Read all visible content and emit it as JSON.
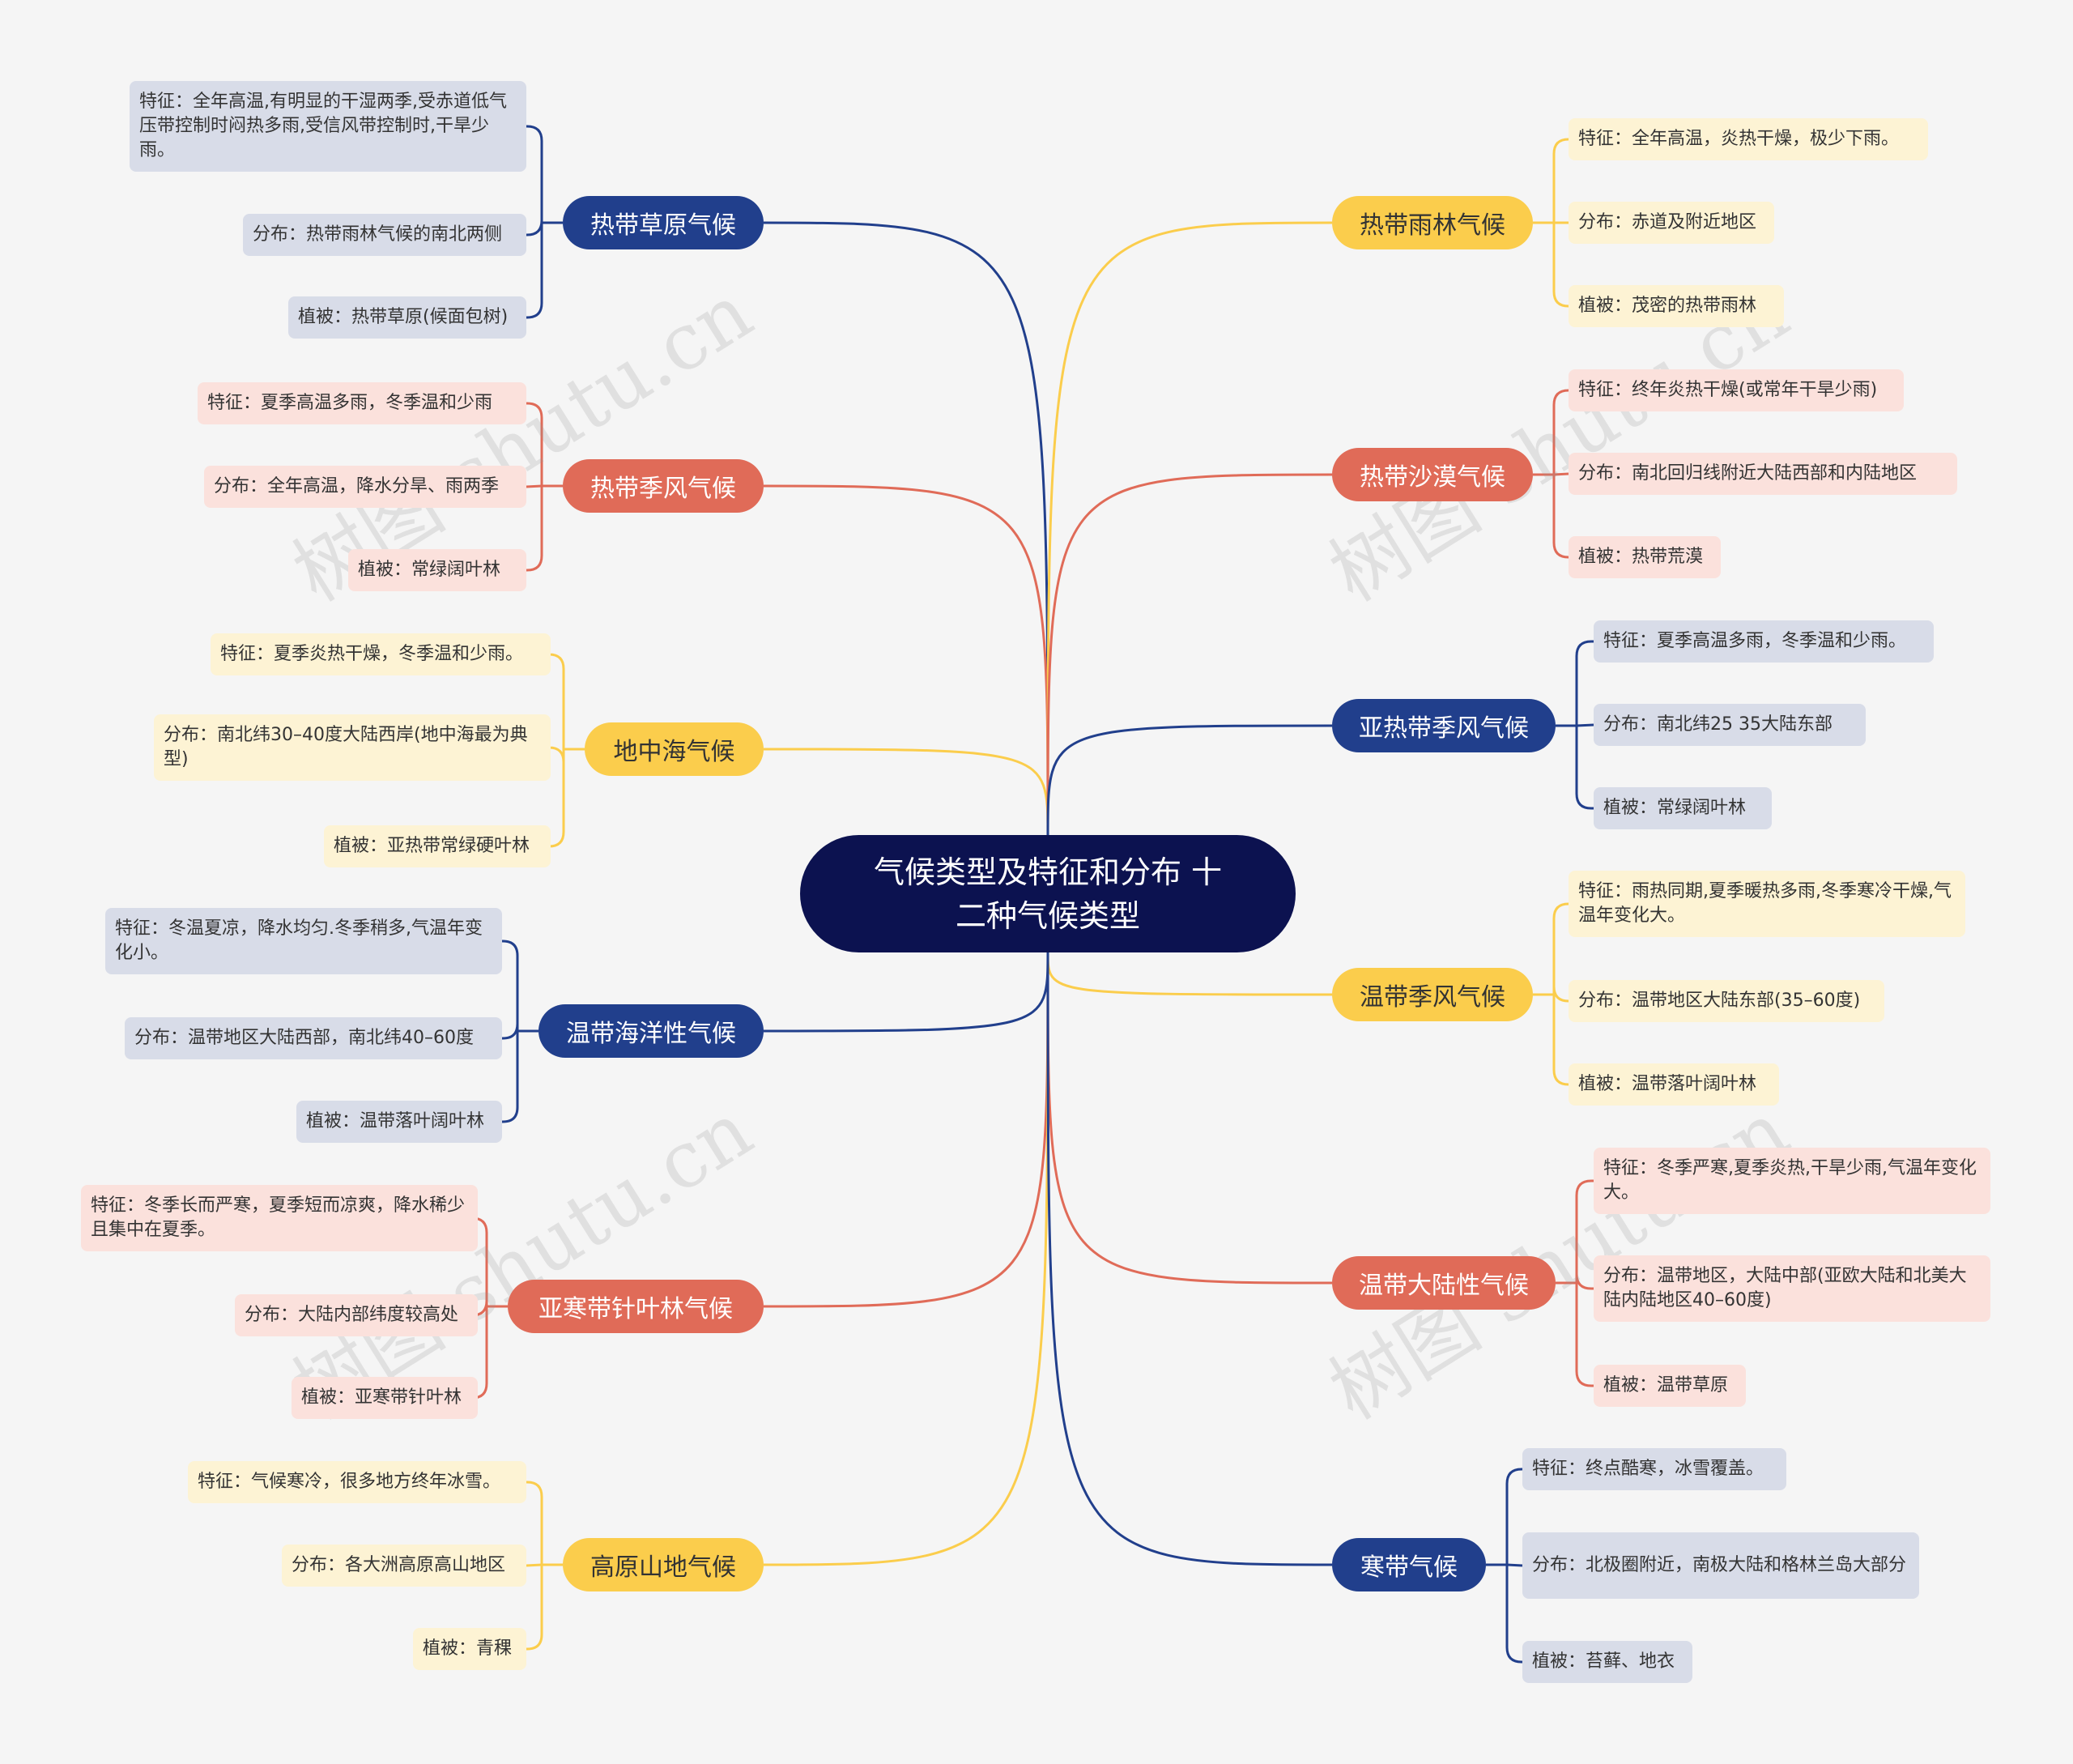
{
  "central_title": "气候类型及特征和分布 十\n二种气候类型",
  "watermark_text": "树图 shutu.cn",
  "colors": {
    "navy": "#213f8c",
    "coral": "#e06b58",
    "yellow": "#fbcd4c",
    "center": "#0c1250"
  },
  "branches": [
    {
      "label": "热带草原气候",
      "color": "navy",
      "items": [
        "特征：全年高温,有明显的干湿两季,受赤道低气压带控制时闷热多雨,受信风带控制时,干旱少雨。",
        "分布：热带雨林气候的南北两侧",
        "植被：热带草原(候面包树)"
      ]
    },
    {
      "label": "热带季风气候",
      "color": "coral",
      "items": [
        "特征：夏季高温多雨，冬季温和少雨",
        "分布：全年高温，降水分旱、雨两季",
        "植被：常绿阔叶林"
      ]
    },
    {
      "label": "地中海气候",
      "color": "yellow",
      "items": [
        "特征：夏季炎热干燥，冬季温和少雨。",
        "分布：南北纬30–40度大陆西岸(地中海最为典型)",
        "植被：亚热带常绿硬叶林"
      ]
    },
    {
      "label": "温带海洋性气候",
      "color": "navy",
      "items": [
        "特征：冬温夏凉，降水均匀.冬季稍多,气温年变化小。",
        "分布：温带地区大陆西部，南北纬40–60度",
        "植被：温带落叶阔叶林"
      ]
    },
    {
      "label": "亚寒带针叶林气候",
      "color": "coral",
      "items": [
        "特征：冬季长而严寒，夏季短而凉爽，降水稀少且集中在夏季。",
        "分布：大陆内部纬度较高处",
        "植被：亚寒带针叶林"
      ]
    },
    {
      "label": "高原山地气候",
      "color": "yellow",
      "items": [
        "特征：气候寒冷，很多地方终年冰雪。",
        "分布：各大洲高原高山地区",
        "植被：青稞"
      ]
    },
    {
      "label": "热带雨林气候",
      "color": "yellow",
      "items": [
        "特征：全年高温，炎热干燥，极少下雨。",
        "分布：赤道及附近地区",
        "植被：茂密的热带雨林"
      ]
    },
    {
      "label": "热带沙漠气候",
      "color": "coral",
      "items": [
        "特征：终年炎热干燥(或常年干旱少雨)",
        "分布：南北回归线附近大陆西部和内陆地区",
        "植被：热带荒漠"
      ]
    },
    {
      "label": "亚热带季风气候",
      "color": "navy",
      "items": [
        "特征：夏季高温多雨，冬季温和少雨。",
        "分布：南北纬25  35大陆东部",
        "植被：常绿阔叶林"
      ]
    },
    {
      "label": "温带季风气候",
      "color": "yellow",
      "items": [
        "特征：雨热同期,夏季暖热多雨,冬季寒冷干燥,气温年变化大。",
        "分布：温带地区大陆东部(35–60度)",
        "植被：温带落叶阔叶林"
      ]
    },
    {
      "label": "温带大陆性气候",
      "color": "coral",
      "items": [
        "特征：冬季严寒,夏季炎热,干旱少雨,气温年变化大。",
        "分布：温带地区，大陆中部(亚欧大陆和北美大陆内陆地区40–60度)",
        "植被：温带草原"
      ]
    },
    {
      "label": "寒带气候",
      "color": "navy",
      "items": [
        "特征：终点酷寒，冰雪覆盖。",
        "分布：北极圈附近，南极大陆和格林兰岛大部分",
        "植被：苔藓、地衣"
      ]
    }
  ]
}
